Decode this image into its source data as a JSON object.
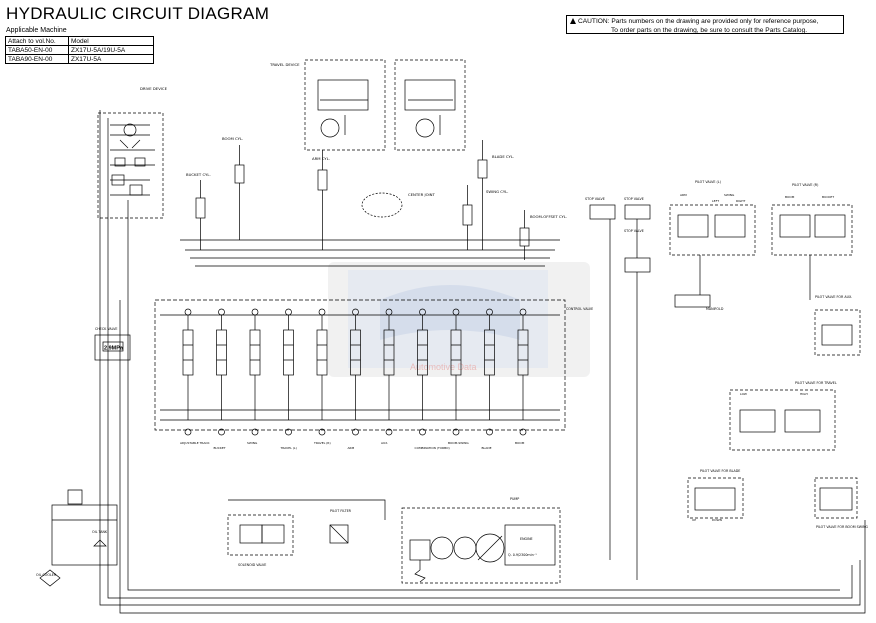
{
  "title": "HYDRAULIC CIRCUIT DIAGRAM",
  "applicable_label": "Applicable Machine",
  "model_table": {
    "headers": [
      "Attach to vol.No.",
      "Model"
    ],
    "rows": [
      [
        "TABA50-EN-00",
        "ZX17U-5A/19U-5A"
      ],
      [
        "TABA90-EN-00",
        "ZX17U-5A"
      ]
    ]
  },
  "caution": {
    "line1": "CAUTION: Parts numbers on the drawing are provided only for reference purpose,",
    "line2": "To order parts on the drawing, be sure to consult the Parts Catalog."
  },
  "labels": {
    "travel_device": "TRAVEL DEVICE",
    "drive_device": "DRIVE DEVICE",
    "boom_cyl": "BOOM CYL.",
    "arm_cyl": "ARM CYL.",
    "bucket_cyl": "BUCKET CYL.",
    "blade_cyl": "BLADE CYL.",
    "swing_cyl": "SWING CYL.",
    "center_joint": "CENTER JOINT",
    "boom_offset_cyl": "BOOM-OFFSET CYL.",
    "stop_valve_1": "STOP VALVE",
    "stop_valve_2": "STOP VALVE",
    "stop_valve_3": "STOP VALVE",
    "pilot_valve_left": "PILOT VALVE (L)",
    "pilot_valve_right": "PILOT VALVE (R)",
    "arm": "ARM",
    "swing": "SWING",
    "boom": "BOOM",
    "bucket": "BUCKET",
    "left": "LEFT",
    "right": "RIGHT",
    "manifold": "MANIFOLD",
    "pilot_valve_aux": "PILOT VALVE FOR AUX.",
    "pilot_valve_travel": "PILOT VALVE FOR TRAVEL",
    "pilot_valve_blade": "PILOT VALVE FOR BLADE",
    "pilot_valve_boom_swing": "PILOT VALVE FOR BOOM SWING",
    "control_valve": "CONTROL VALVE",
    "check_valve": "CHECK VALVE",
    "pressure_value": "2.9MPa",
    "sections": [
      "ADJUSTABLE TRACK",
      "BUCKET",
      "SWING",
      "TRAVEL (L)",
      "TRAVEL (R)",
      "ARM",
      "AUX.",
      "COMBINATION (TURBO)",
      "BOOM-SWING",
      "BLADE",
      "BOOM"
    ],
    "solenoid_valve": "SOLENOID VALVE",
    "pilot_filter": "PILOT FILTER",
    "pump": "PUMP",
    "engine": "ENGINE",
    "oil_cooler": "OIL COOLER",
    "oil_tank": "OIL TANK",
    "engine_speed": "Q. 0.9/2300min⁻¹",
    "up": "UP",
    "low": "LOW",
    "down": "DOWN",
    "high": "HIGH"
  },
  "watermark_text": "Automotive Data"
}
